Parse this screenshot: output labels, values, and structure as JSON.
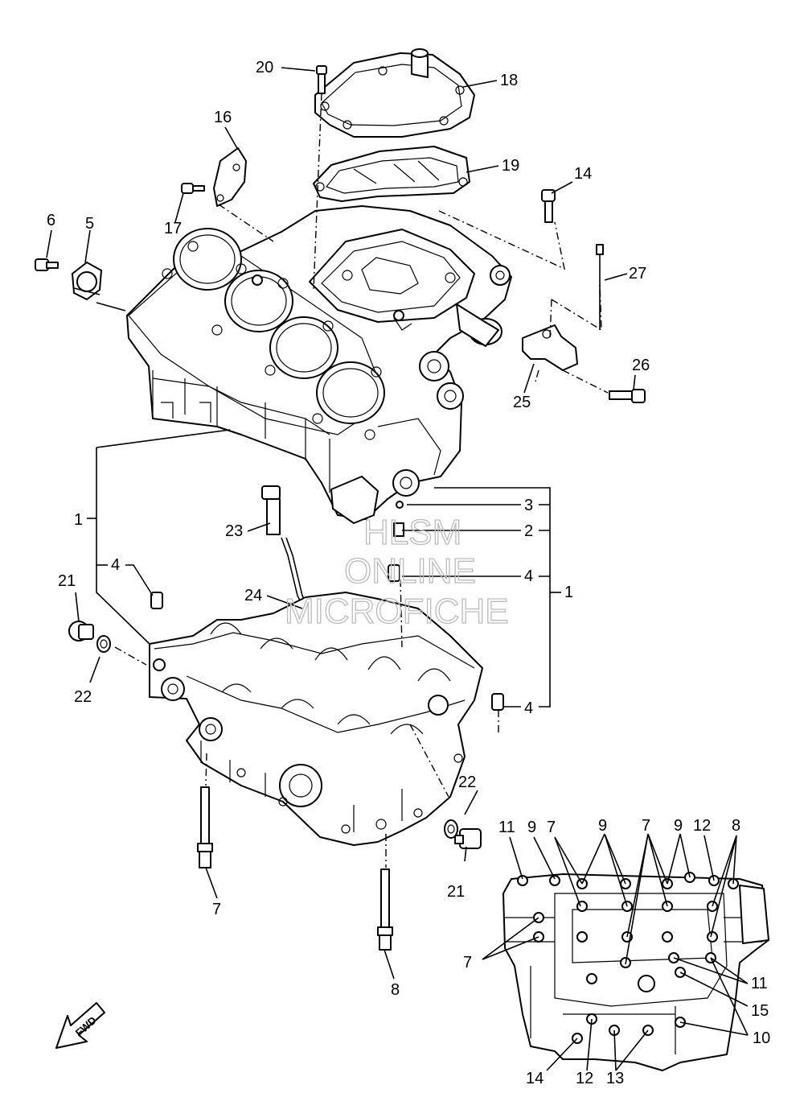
{
  "labels": {
    "l1a": "1",
    "l1b": "1",
    "l2": "2",
    "l3": "3",
    "l4a": "4",
    "l4b": "4",
    "l4c": "4",
    "l5": "5",
    "l6": "6",
    "l7a": "7",
    "l7b": "7",
    "l7c": "7",
    "l7d": "7",
    "l8a": "8",
    "l8b": "8",
    "l9a": "9",
    "l9b": "9",
    "l9c": "9",
    "l10": "10",
    "l11a": "11",
    "l11b": "11",
    "l12a": "12",
    "l12b": "12",
    "l13": "13",
    "l14a": "14",
    "l14b": "14",
    "l15": "15",
    "l16": "16",
    "l17": "17",
    "l18": "18",
    "l19": "19",
    "l20": "20",
    "l21a": "21",
    "l21b": "21",
    "l22a": "22",
    "l22b": "22",
    "l23": "23",
    "l24": "24",
    "l25": "25",
    "l26": "26",
    "l27": "27"
  },
  "watermark": {
    "line1": "HLSM",
    "line2": "ONLINE",
    "line3": "MICROFICHE"
  },
  "fwd_badge": "FWD"
}
